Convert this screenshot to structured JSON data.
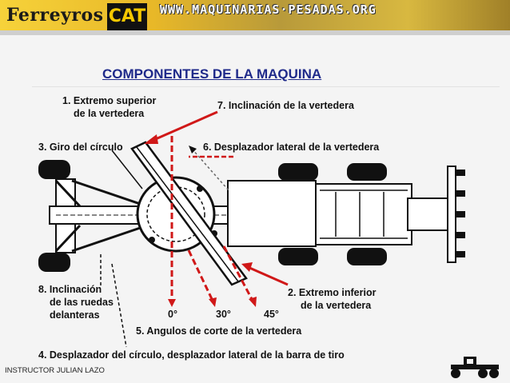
{
  "header": {
    "brand": "Ferreyros",
    "cat_logo": "CAT",
    "site": "WWW.MAQUINARIAS·PESADAS.ORG"
  },
  "title": "COMPONENTES DE LA MAQUINA",
  "labels": {
    "l1a": "1. Extremo superior",
    "l1b": "de la vertedera",
    "l7": "7. Inclinación de la vertedera",
    "l3": "3. Giro del círculo",
    "l6": "6. Desplazador lateral de la vertedera",
    "l8a": "8. Inclinación",
    "l8b": "de las ruedas",
    "l8c": "delanteras",
    "l2a": "2. Extremo inferior",
    "l2b": "de la vertedera",
    "l5": "5. Angulos de corte de la vertedera",
    "l4": "4. Desplazador del círculo, desplazador lateral de la barra de tiro"
  },
  "angles": {
    "a0": "0°",
    "a30": "30°",
    "a45": "45°"
  },
  "footer": "INSTRUCTOR JULIAN LAZO",
  "colors": {
    "title": "#1f2a8a",
    "arrows": "#d01818"
  },
  "icons": {
    "bottom_right": "grader-icon"
  }
}
